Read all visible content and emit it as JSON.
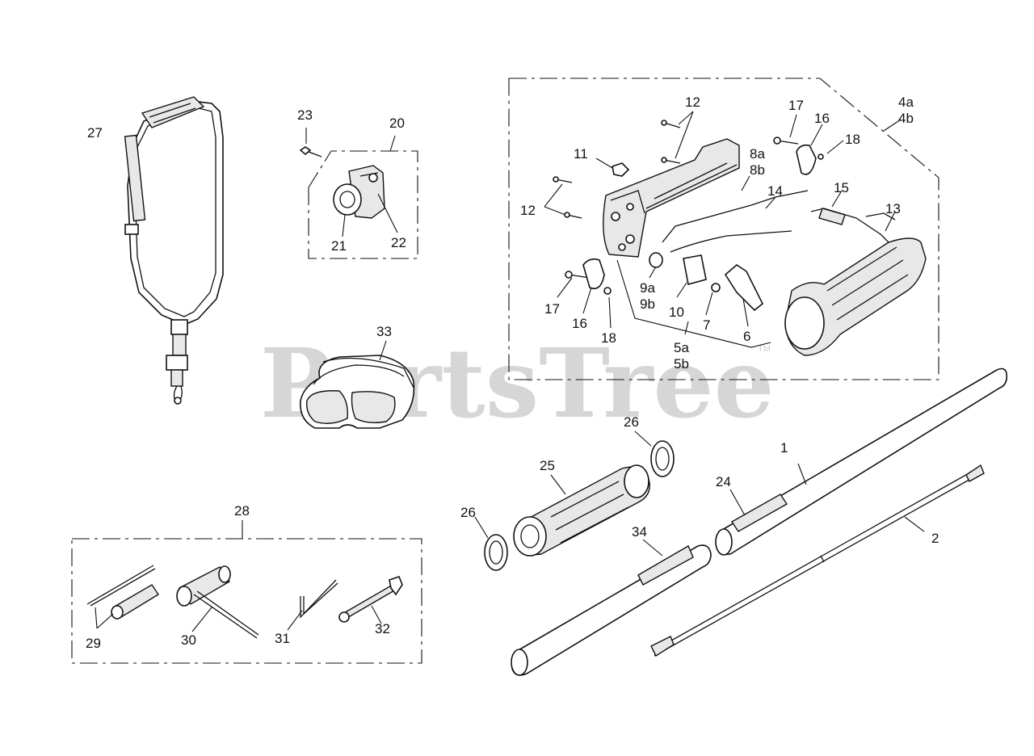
{
  "watermark": {
    "text": "PartsTree",
    "trademark": "TM"
  },
  "callouts": {
    "c1": "1",
    "c2": "2",
    "c4": [
      "4a",
      "4b"
    ],
    "c5": [
      "5a",
      "5b"
    ],
    "c6": "6",
    "c7": "7",
    "c8": [
      "8a",
      "8b"
    ],
    "c9": [
      "9a",
      "9b"
    ],
    "c10": "10",
    "c11": "11",
    "c12a": "12",
    "c12b": "12",
    "c13": "13",
    "c14": "14",
    "c15": "15",
    "c16a": "16",
    "c16b": "16",
    "c17a": "17",
    "c17b": "17",
    "c18a": "18",
    "c18b": "18",
    "c20": "20",
    "c21": "21",
    "c22": "22",
    "c23": "23",
    "c24": "24",
    "c25": "25",
    "c26a": "26",
    "c26b": "26",
    "c27": "27",
    "c28": "28",
    "c29": "29",
    "c30": "30",
    "c31": "31",
    "c32": "32",
    "c33": "33",
    "c34": "34"
  }
}
